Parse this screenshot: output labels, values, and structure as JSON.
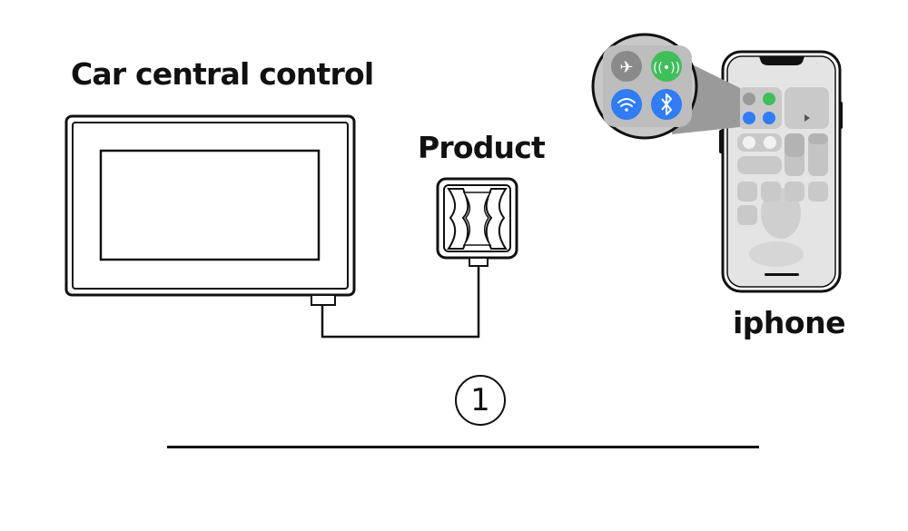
{
  "labels": {
    "car": "Car central control",
    "product": "Product",
    "iphone": "iphone"
  },
  "step": {
    "number": "1"
  },
  "control_center": {
    "zoom_icons": [
      "airplane-icon",
      "cellular-icon",
      "wifi-icon",
      "bluetooth-icon"
    ],
    "colors": {
      "airplane": "#8a8a8a",
      "cellular": "#3fbf5a",
      "wifi": "#2f7cf6",
      "bluetooth": "#2f7cf6"
    }
  }
}
